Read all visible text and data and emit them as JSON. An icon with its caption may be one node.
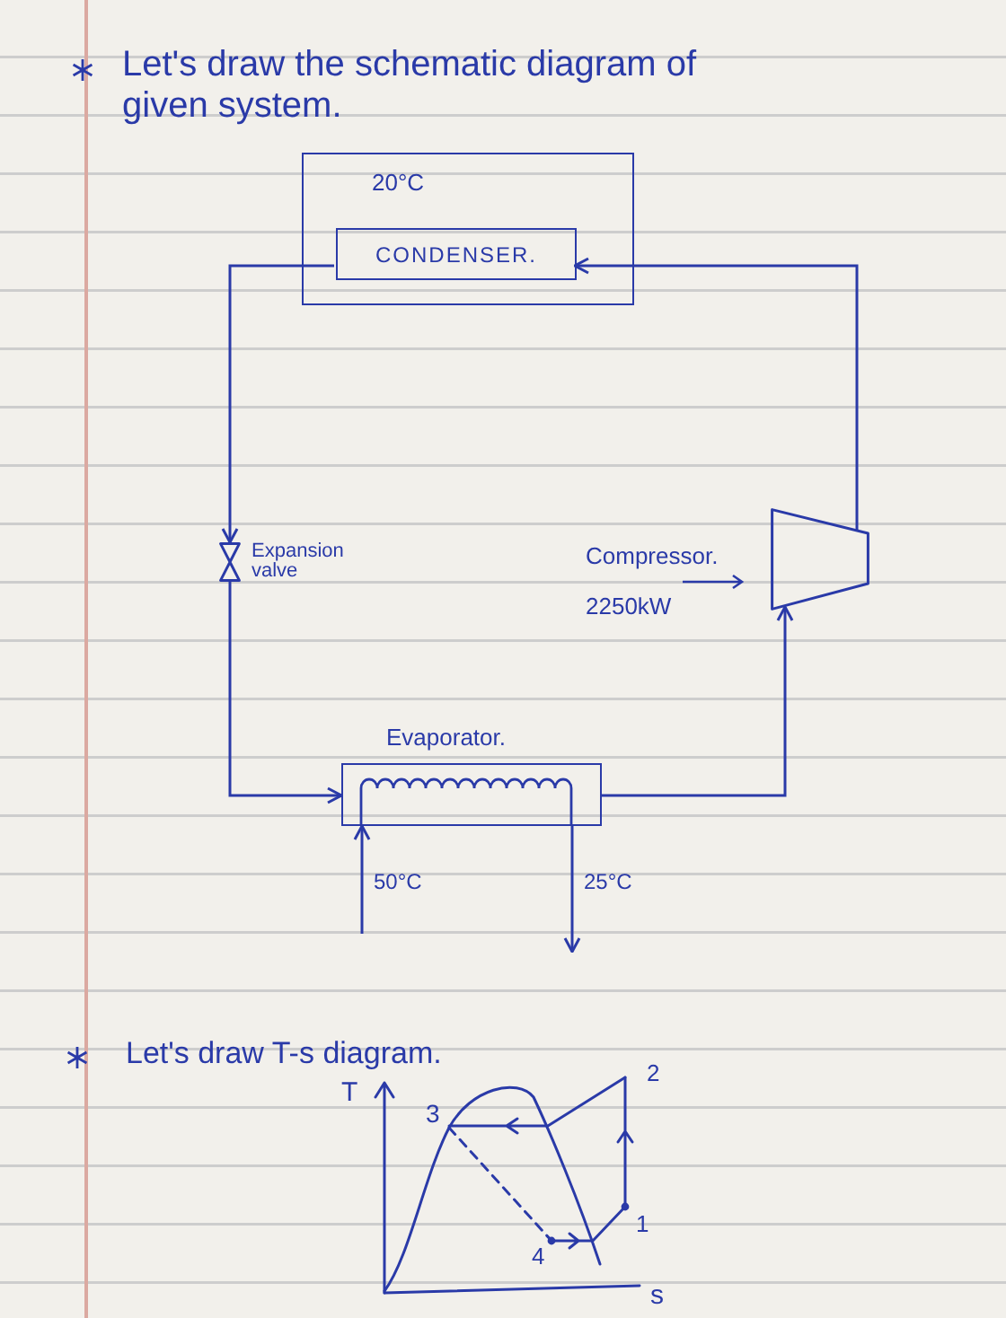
{
  "diagram": {
    "title": "Let's draw the schematic diagram of given system.",
    "nodes": [
      {
        "text": [
          "20°C"
        ]
      },
      {
        "text": [
          "CONDENSER."
        ],
        "in": 0
      },
      {
        "text": [
          "Expansion valve"
        ]
      },
      {
        "text": [
          "Compressor.",
          "2250kW"
        ]
      },
      {
        "text": [
          "Evaporator."
        ]
      }
    ],
    "edges": [
      {
        "from": 1,
        "to": 2,
        "arrow": "to"
      },
      {
        "from": 2,
        "to": 4,
        "arrow": "to"
      },
      {
        "from": 4,
        "to": 3,
        "arrow": "to"
      },
      {
        "from": 3,
        "to": 1,
        "arrow": "to"
      },
      {
        "from": null,
        "to": 4,
        "arrow": "to",
        "label": "50°C"
      },
      {
        "from": 4,
        "to": null,
        "arrow": "to",
        "label": "25°C"
      }
    ],
    "labels": [
      "Let's draw T-s diagram.",
      "T",
      "2",
      "3",
      "1",
      "4",
      "s"
    ]
  }
}
